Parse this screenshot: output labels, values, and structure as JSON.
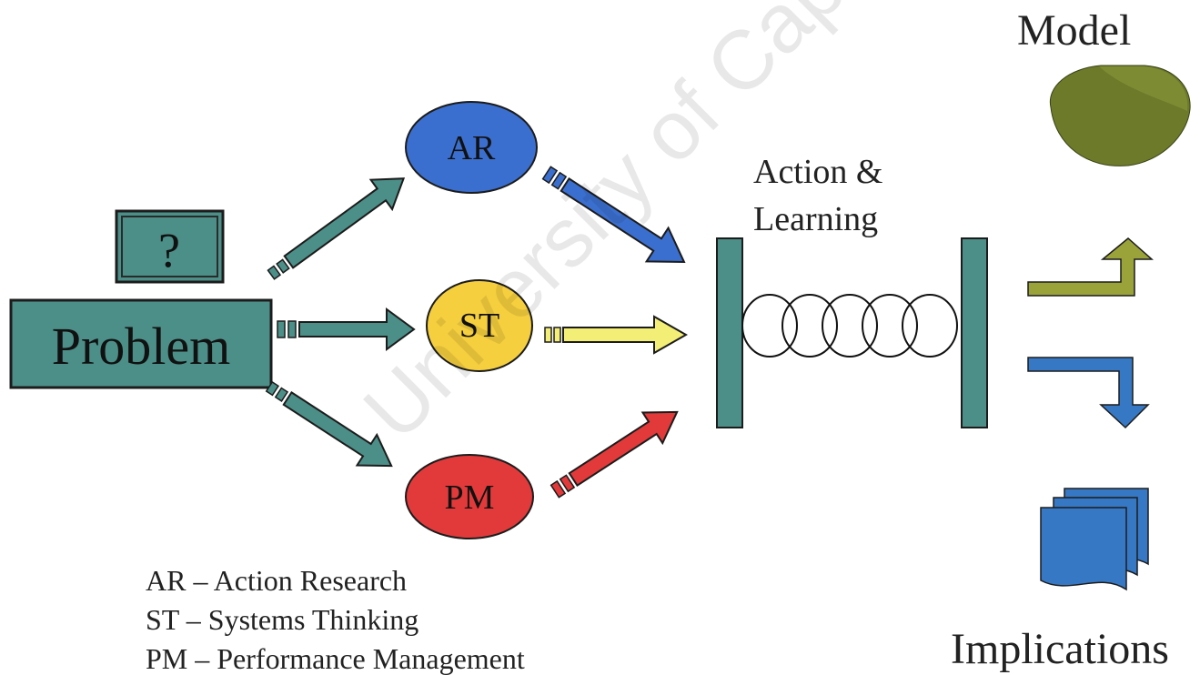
{
  "problem": {
    "label": "Problem",
    "question_mark": "?"
  },
  "methods": [
    {
      "id": "ar",
      "label": "AR",
      "color": "#3b6fcf"
    },
    {
      "id": "st",
      "label": "ST",
      "color": "#f6cf3e"
    },
    {
      "id": "pm",
      "label": "PM",
      "color": "#e23a3a"
    }
  ],
  "center": {
    "label_line1": "Action &",
    "label_line2": "Learning"
  },
  "outputs": {
    "model_label": "Model",
    "implications_label": "Implications"
  },
  "legend": [
    "AR – Action Research",
    "ST – Systems Thinking",
    "PM – Performance Management"
  ],
  "watermark": "University of Cape Town",
  "colors": {
    "teal": "#3f8f8b",
    "olive": "#9aa33a",
    "blue": "#3778c4",
    "model_shape": "#6c7a2a"
  }
}
